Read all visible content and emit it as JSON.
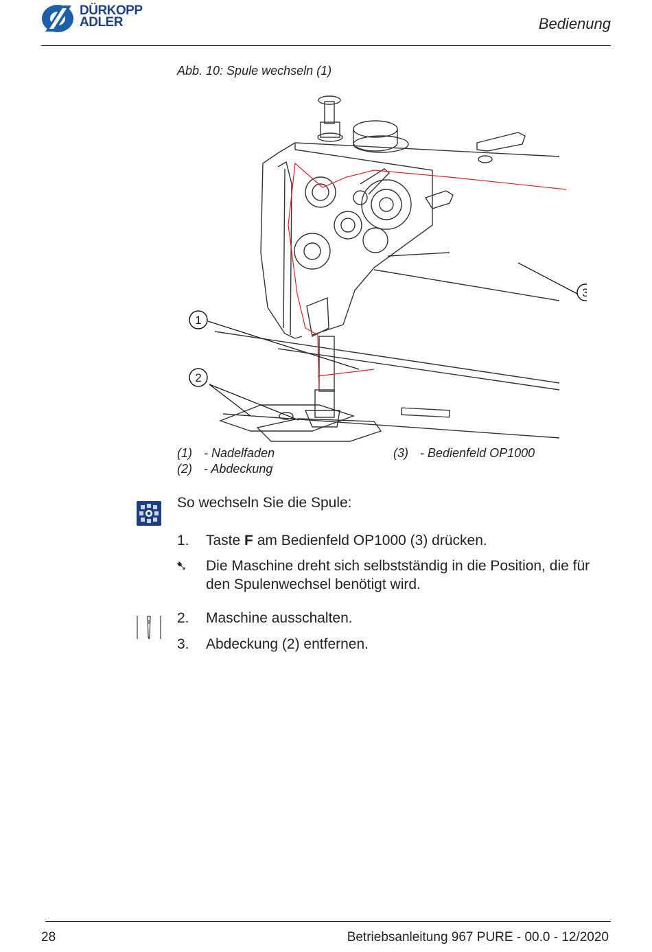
{
  "header": {
    "logo_line1": "DÜRKOPP",
    "logo_line2": "ADLER",
    "section_title": "Bedienung"
  },
  "figure": {
    "caption": "Abb. 10: Spule wechseln (1)",
    "callouts": [
      "1",
      "2",
      "3"
    ],
    "legend": [
      {
        "num": "(1)",
        "text": "- Nadelfaden"
      },
      {
        "num": "(2)",
        "text": "- Abdeckung"
      },
      {
        "num": "(3)",
        "text": "- Bedienfeld OP1000"
      }
    ]
  },
  "instructions": {
    "intro": "So wechseln Sie die Spule:",
    "step1": {
      "num": "1.",
      "pre": "Taste ",
      "key": "F",
      "post": " am Bedienfeld OP1000 (3) drücken."
    },
    "result_symbol": "➷",
    "result_line1": "Die Maschine dreht sich selbstständig in die Position, die für",
    "result_line2": "den Spulenwechsel benötigt wird.",
    "step2": {
      "num": "2.",
      "text": "Maschine ausschalten."
    },
    "step3": {
      "num": "3.",
      "text": "Abdeckung (2) entfernen."
    }
  },
  "footer": {
    "page_number": "28",
    "doc_info": "Betriebsanleitung 967 PURE - 00.0 - 12/2020"
  },
  "colors": {
    "brand_blue": "#1f5fa8",
    "thread_red": "#d9212a"
  }
}
